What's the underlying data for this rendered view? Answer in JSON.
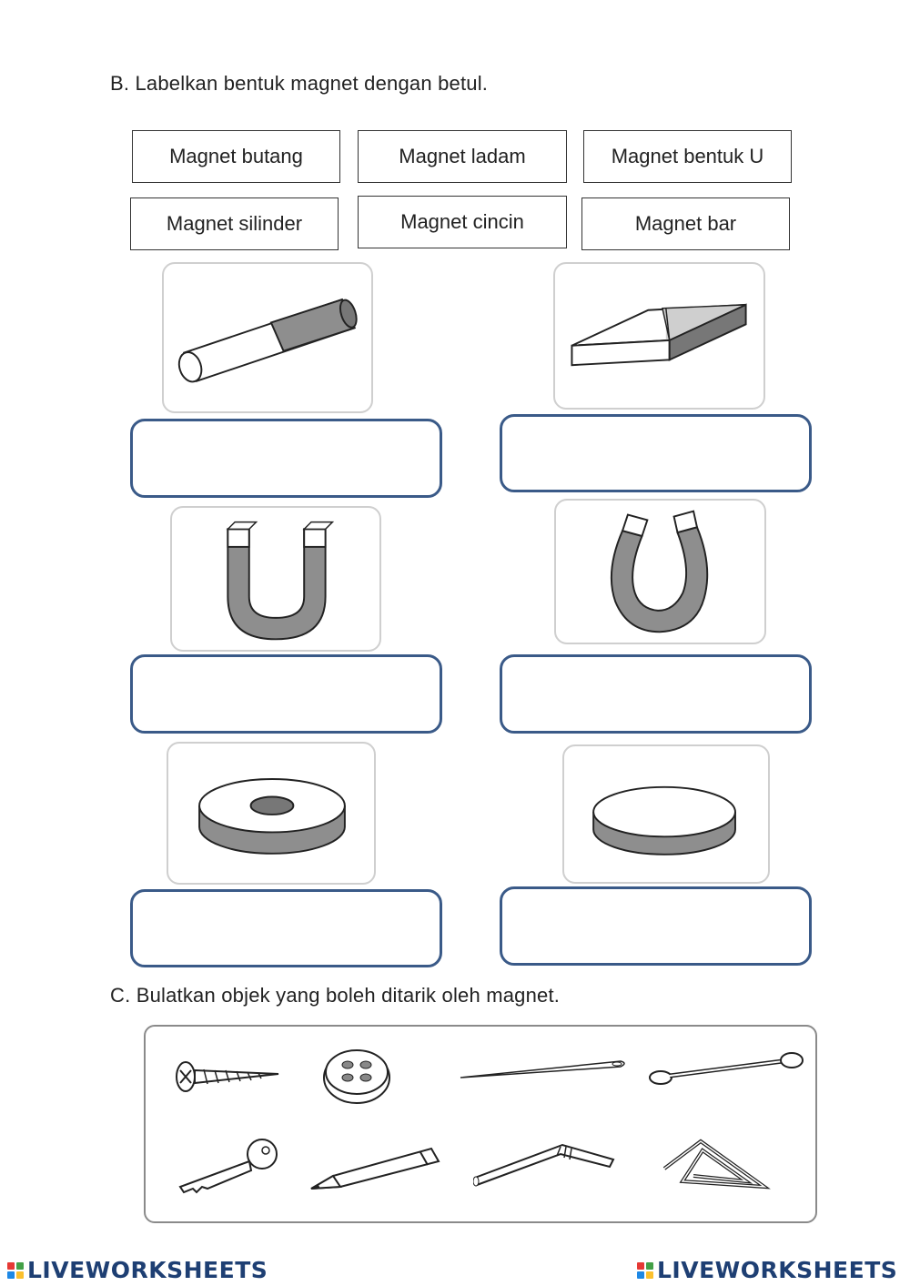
{
  "section_b": {
    "heading": "B. Labelkan bentuk magnet dengan betul.",
    "labels": [
      "Magnet butang",
      "Magnet ladam",
      "Magnet bentuk U",
      "Magnet silinder",
      "Magnet cincin",
      "Magnet bar"
    ],
    "pictures": [
      "cylinder-magnet-icon",
      "bar-magnet-icon",
      "u-shaped-magnet-icon",
      "horseshoe-magnet-icon",
      "ring-magnet-icon",
      "button-magnet-icon"
    ]
  },
  "section_c": {
    "heading": "C. Bulatkan objek yang boleh ditarik oleh magnet.",
    "objects": [
      "screw-icon",
      "button-icon",
      "needle-icon",
      "cotton-bud-icon",
      "key-icon",
      "pencil-icon",
      "straw-icon",
      "paper-clip-icon"
    ]
  },
  "footer": {
    "brand_left": "LIVEWORKSHEETS",
    "brand_right": "LIVEWORKSHEETS",
    "logo_colors": [
      "#e53935",
      "#43a047",
      "#1e88e5",
      "#fbc02d"
    ]
  }
}
